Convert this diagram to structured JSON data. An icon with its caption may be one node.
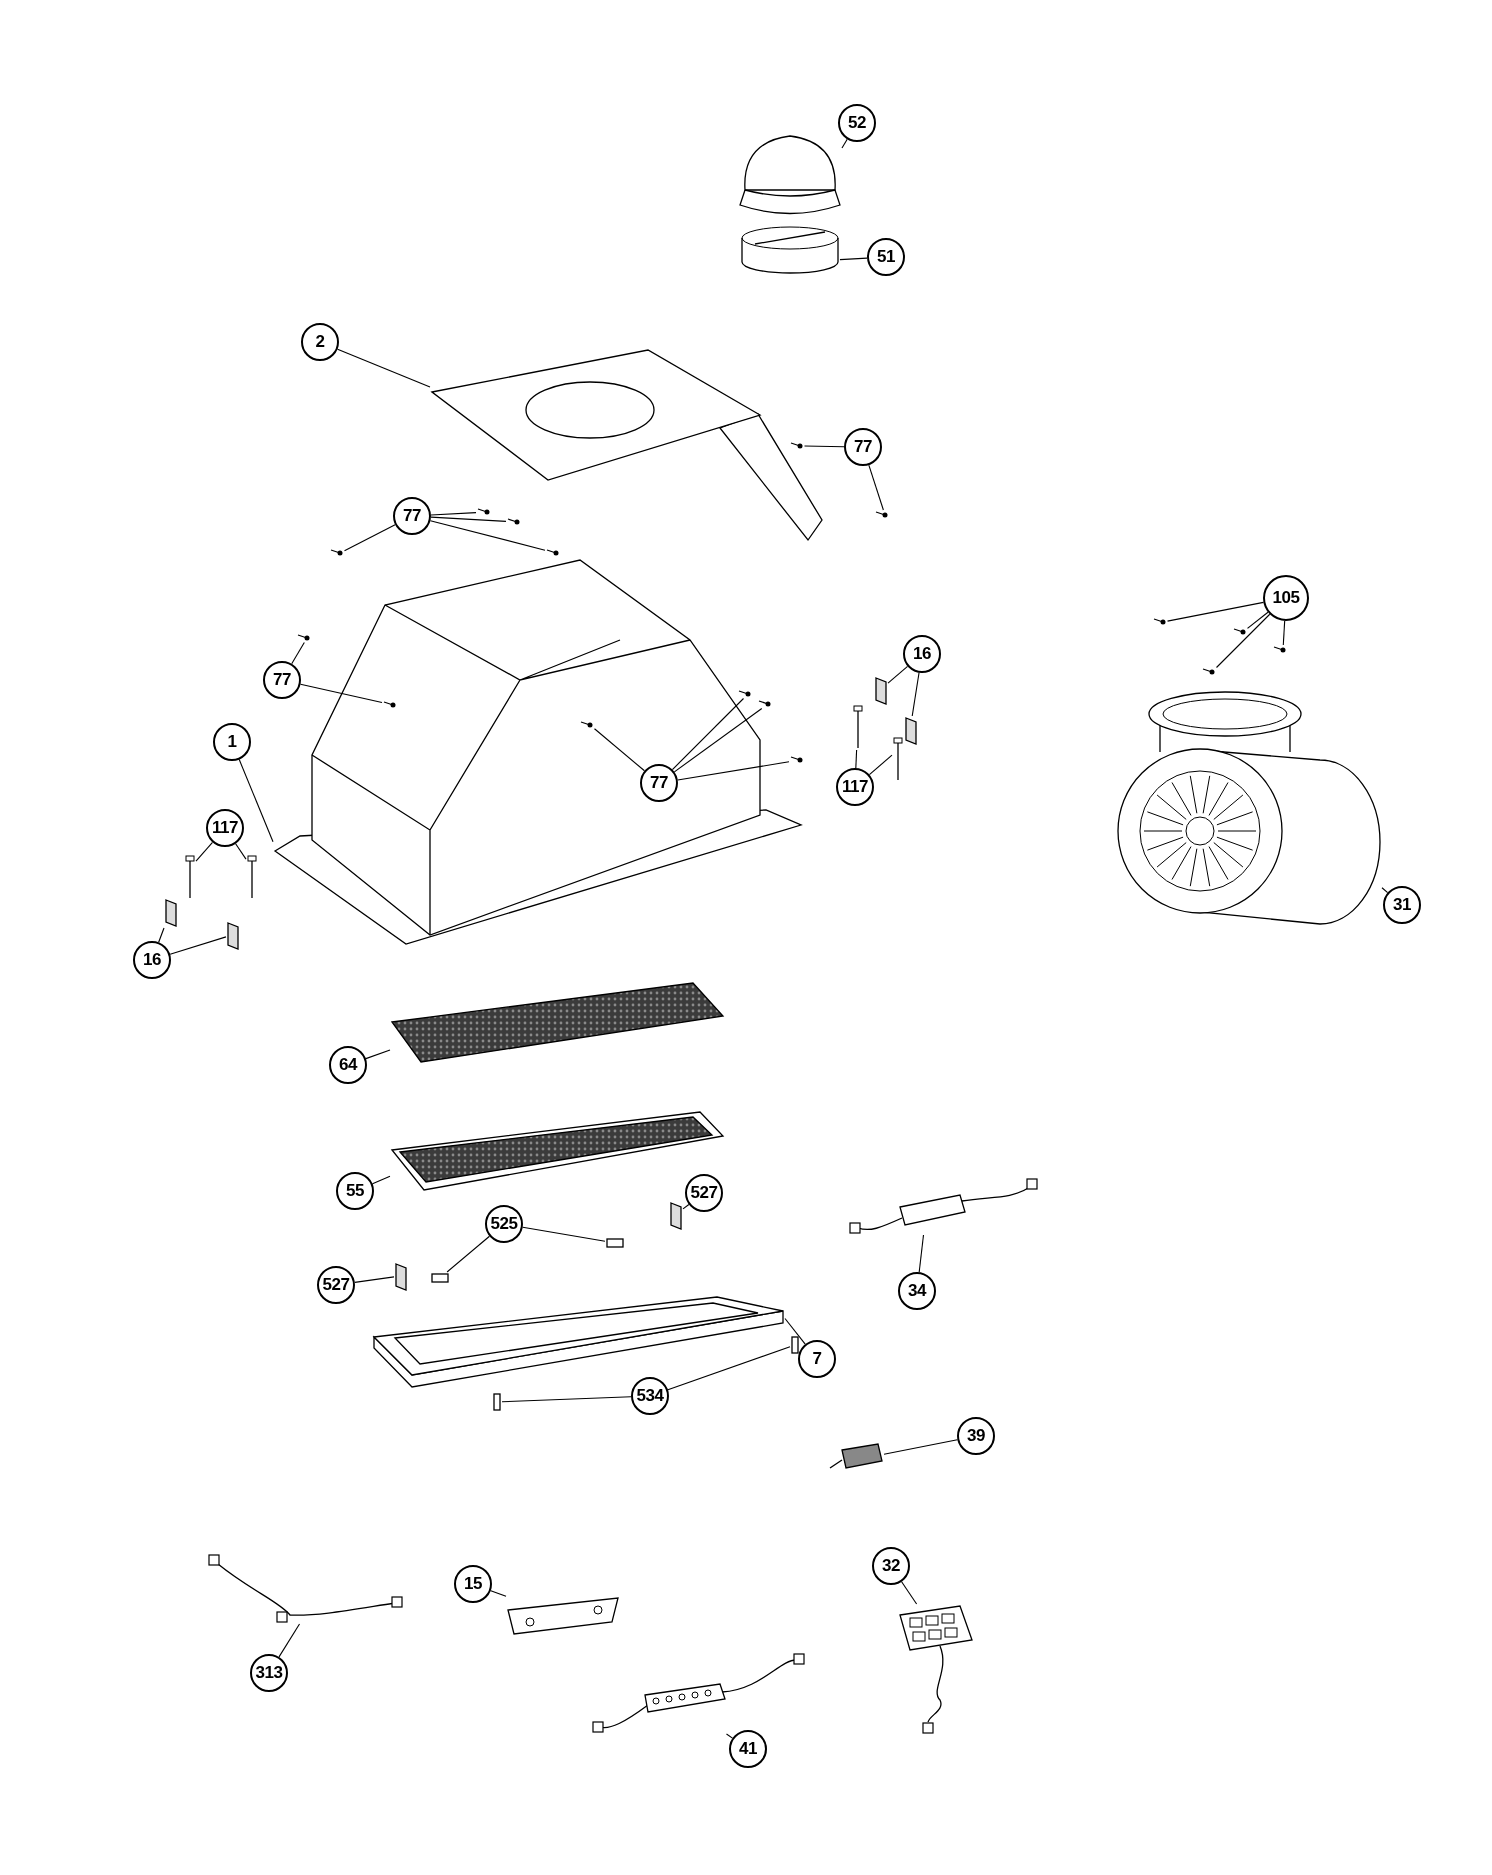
{
  "diagram": {
    "nodes": [
      {
        "text": [
          "52"
        ]
      },
      {
        "text": [],
        "shape": "picture"
      },
      {
        "text": [
          "51"
        ]
      },
      {
        "text": [],
        "shape": "picture"
      },
      {
        "text": [
          "2"
        ]
      },
      {
        "text": [],
        "shape": "picture"
      },
      {
        "text": [
          "77"
        ]
      },
      {
        "text": [
          "77"
        ]
      },
      {
        "text": [
          "105"
        ]
      },
      {
        "text": [
          "77"
        ]
      },
      {
        "text": [
          "16"
        ]
      },
      {
        "text": [
          "1"
        ]
      },
      {
        "text": [],
        "shape": "picture"
      },
      {
        "text": [
          "77"
        ],
        "in": 12
      },
      {
        "text": [
          "117"
        ]
      },
      {
        "text": [
          "117"
        ]
      },
      {
        "text": [
          "31"
        ]
      },
      {
        "text": [],
        "shape": "picture"
      },
      {
        "text": [
          "16"
        ]
      },
      {
        "text": [
          "64"
        ]
      },
      {
        "text": [],
        "shape": "picture"
      },
      {
        "text": [
          "55"
        ]
      },
      {
        "text": [],
        "shape": "picture"
      },
      {
        "text": [
          "527"
        ]
      },
      {
        "text": [
          "525"
        ]
      },
      {
        "text": [
          "527"
        ]
      },
      {
        "text": [
          "34"
        ]
      },
      {
        "text": [],
        "shape": "picture"
      },
      {
        "text": [
          "7"
        ]
      },
      {
        "text": [],
        "shape": "picture"
      },
      {
        "text": [
          "534"
        ]
      },
      {
        "text": [
          "39"
        ]
      },
      {
        "text": [],
        "shape": "picture"
      },
      {
        "text": [
          "15"
        ]
      },
      {
        "text": [],
        "shape": "picture"
      },
      {
        "text": [
          "32"
        ]
      },
      {
        "text": [],
        "shape": "picture"
      },
      {
        "text": [
          "313"
        ]
      },
      {
        "text": [],
        "shape": "picture"
      },
      {
        "text": [
          "41"
        ]
      },
      {
        "text": [],
        "shape": "picture"
      },
      {
        "text": [],
        "shape": "picture"
      },
      {
        "text": [],
        "shape": "picture"
      },
      {
        "text": [],
        "shape": "picture"
      },
      {
        "text": [],
        "shape": "picture"
      },
      {
        "text": [],
        "shape": "picture"
      },
      {
        "text": [],
        "shape": "picture"
      },
      {
        "text": [],
        "shape": "picture"
      },
      {
        "text": [],
        "shape": "picture"
      },
      {
        "text": [],
        "shape": "picture"
      },
      {
        "text": [],
        "shape": "picture"
      },
      {
        "text": [],
        "shape": "picture"
      },
      {
        "text": [],
        "shape": "picture",
        "in": 12
      },
      {
        "text": [],
        "shape": "box"
      },
      {
        "text": [],
        "shape": "box"
      },
      {
        "text": [],
        "shape": "picture",
        "in": 12
      },
      {
        "text": [],
        "shape": "picture",
        "in": 12
      },
      {
        "text": [],
        "shape": "picture",
        "in": 12
      },
      {
        "text": [],
        "shape": "picture"
      },
      {
        "text": [],
        "shape": "picture"
      },
      {
        "text": [],
        "shape": "picture"
      },
      {
        "text": [],
        "shape": "picture"
      },
      {
        "text": [],
        "shape": "picture"
      },
      {
        "text": [],
        "shape": "box"
      },
      {
        "text": [],
        "shape": "box"
      },
      {
        "text": [],
        "shape": "box"
      },
      {
        "text": [],
        "shape": "box"
      },
      {
        "text": [],
        "shape": "box"
      },
      {
        "text": [],
        "shape": "box"
      },
      {
        "text": [],
        "shape": "box"
      },
      {
        "text": [],
        "shape": "box"
      }
    ],
    "edges": [
      {
        "from": 0,
        "to": 1,
        "arrow": "none"
      },
      {
        "from": 2,
        "to": 3,
        "arrow": "none"
      },
      {
        "from": 4,
        "to": 5,
        "arrow": "none"
      },
      {
        "from": 6,
        "to": 41,
        "arrow": "none"
      },
      {
        "from": 6,
        "to": 42,
        "arrow": "none"
      },
      {
        "from": 7,
        "to": 43,
        "arrow": "none"
      },
      {
        "from": 7,
        "to": 44,
        "arrow": "none"
      },
      {
        "from": 7,
        "to": 45,
        "arrow": "none"
      },
      {
        "from": 7,
        "to": 46,
        "arrow": "none"
      },
      {
        "from": 8,
        "to": 47,
        "arrow": "none"
      },
      {
        "from": 8,
        "to": 48,
        "arrow": "none"
      },
      {
        "from": 8,
        "to": 49,
        "arrow": "none"
      },
      {
        "from": 8,
        "to": 50,
        "arrow": "none"
      },
      {
        "from": 9,
        "to": 51,
        "arrow": "none"
      },
      {
        "from": 9,
        "to": 52,
        "arrow": "none"
      },
      {
        "from": 10,
        "to": 53,
        "arrow": "none"
      },
      {
        "from": 10,
        "to": 54,
        "arrow": "none"
      },
      {
        "from": 11,
        "to": 12,
        "arrow": "none"
      },
      {
        "from": 13,
        "to": 55,
        "arrow": "none"
      },
      {
        "from": 13,
        "to": 56,
        "arrow": "none"
      },
      {
        "from": 13,
        "to": 57,
        "arrow": "none"
      },
      {
        "from": 13,
        "to": 58,
        "arrow": "none"
      },
      {
        "from": 14,
        "to": 59,
        "arrow": "none"
      },
      {
        "from": 14,
        "to": 60,
        "arrow": "none"
      },
      {
        "from": 15,
        "to": 61,
        "arrow": "none"
      },
      {
        "from": 15,
        "to": 62,
        "arrow": "none"
      },
      {
        "from": 16,
        "to": 17,
        "arrow": "none"
      },
      {
        "from": 18,
        "to": 63,
        "arrow": "none"
      },
      {
        "from": 18,
        "to": 64,
        "arrow": "none"
      },
      {
        "from": 19,
        "to": 20,
        "arrow": "none"
      },
      {
        "from": 21,
        "to": 22,
        "arrow": "none"
      },
      {
        "from": 23,
        "to": 65,
        "arrow": "none"
      },
      {
        "from": 24,
        "to": 66,
        "arrow": "none"
      },
      {
        "from": 24,
        "to": 67,
        "arrow": "none"
      },
      {
        "from": 25,
        "to": 68,
        "arrow": "none"
      },
      {
        "from": 26,
        "to": 27,
        "arrow": "none"
      },
      {
        "from": 28,
        "to": 29,
        "arrow": "none"
      },
      {
        "from": 30,
        "to": 69,
        "arrow": "none"
      },
      {
        "from": 30,
        "to": 70,
        "arrow": "none"
      },
      {
        "from": 31,
        "to": 32,
        "arrow": "none"
      },
      {
        "from": 33,
        "to": 34,
        "arrow": "none"
      },
      {
        "from": 35,
        "to": 36,
        "arrow": "none"
      },
      {
        "from": 37,
        "to": 38,
        "arrow": "none"
      },
      {
        "from": 39,
        "to": 40,
        "arrow": "none"
      }
    ]
  }
}
